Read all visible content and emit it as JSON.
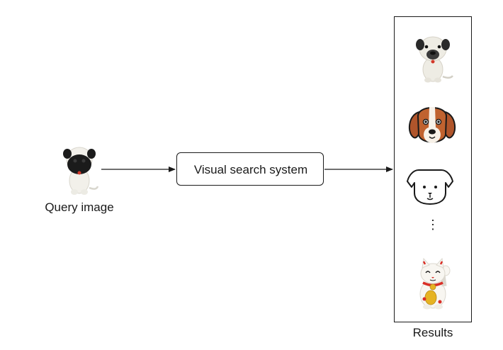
{
  "query": {
    "label": "Query image",
    "icon": "pug-dog-icon"
  },
  "system": {
    "label": "Visual search system"
  },
  "results": {
    "label": "Results",
    "ellipsis": "⋮",
    "items": [
      {
        "icon": "pug-dog-icon"
      },
      {
        "icon": "beagle-dog-face-icon"
      },
      {
        "icon": "dog-face-outline-icon"
      },
      {
        "icon": "lucky-cat-icon"
      }
    ]
  },
  "colors": {
    "stroke": "#1a1a1a",
    "pug_body": "#f2f0ea",
    "pug_mask": "#1b1b1b",
    "beagle_brown": "#b0552b",
    "beagle_face": "#f7f1e8",
    "cat_body": "#f8f6f1",
    "cat_red": "#d92f27",
    "cat_gold": "#e6b322"
  }
}
